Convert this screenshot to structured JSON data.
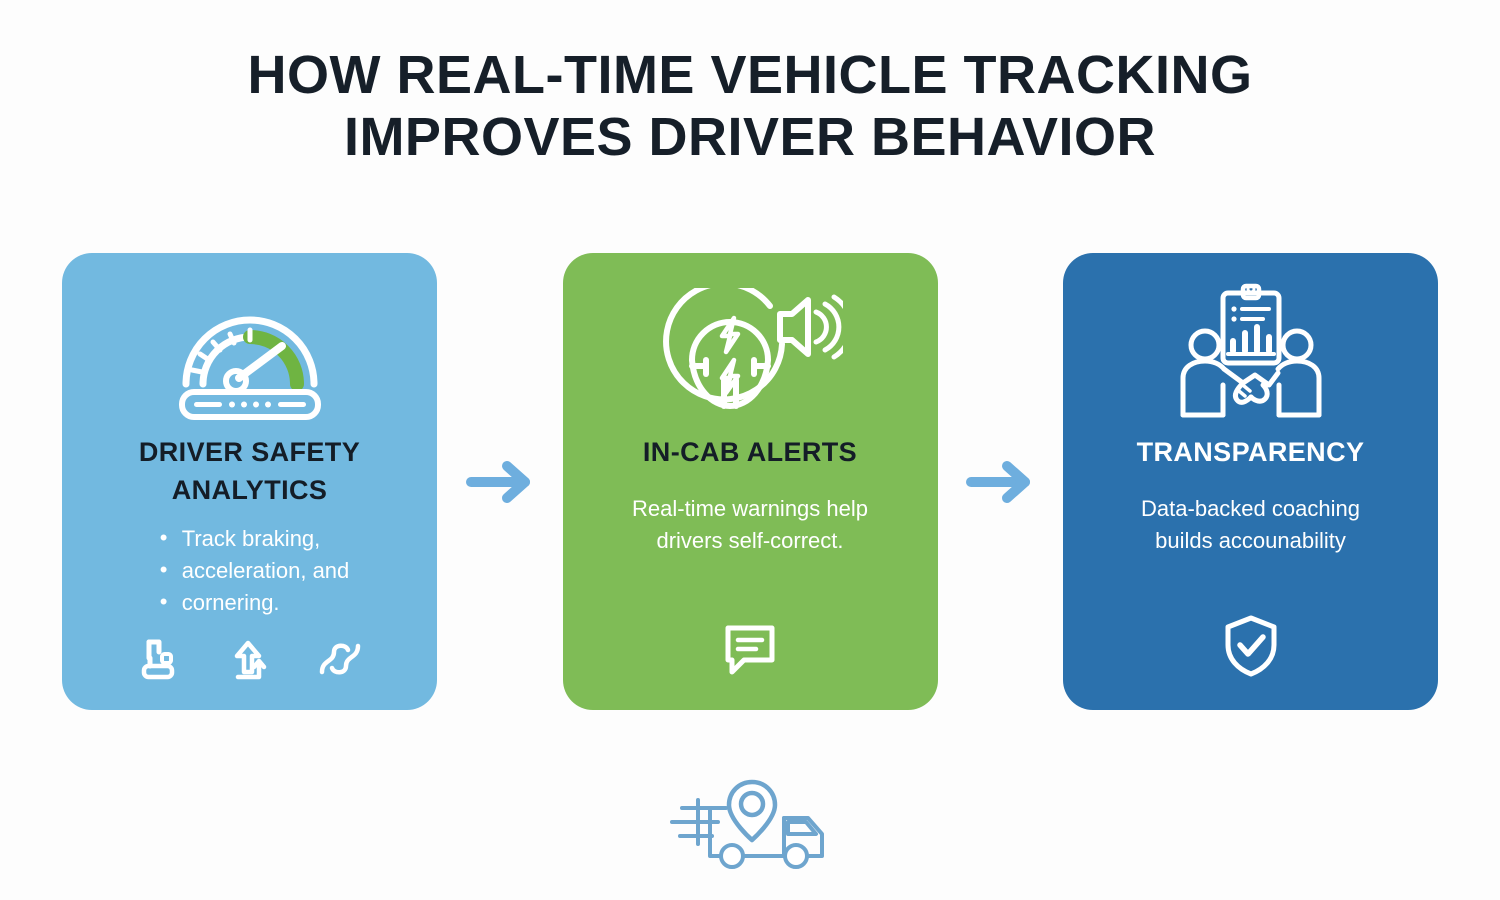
{
  "headline": {
    "line1": "HOW REAL-TIME VEHICLE TRACKING",
    "line2": "IMPROVES DRIVER BEHAVIOR"
  },
  "colors": {
    "card_blue": "#72b9e0",
    "card_green": "#7fbc56",
    "card_navy": "#2b71ad",
    "arrow": "#6eaede",
    "headline_text": "#161f29",
    "gauge_green": "#6fb442",
    "truck_outline": "#6ea5ce",
    "background": "#fdfdfd"
  },
  "cards": [
    {
      "id": "driver-safety-analytics",
      "title": "DRIVER SAFETY ANALYTICS",
      "hero_icon": "speedometer-icon",
      "bullets": [
        "Track braking,",
        "acceleration, and",
        "cornering."
      ],
      "mini_icons": [
        "brake-pedal-icon",
        "acceleration-arrow-icon",
        "cornering-road-icon"
      ]
    },
    {
      "id": "in-cab-alerts",
      "title": "IN-CAB ALERTS",
      "hero_icon": "steering-wheel-alert-icon",
      "body_line1": "Real-time warnings help",
      "body_line2": "drivers self-correct.",
      "foot_icon": "chat-bubble-icon"
    },
    {
      "id": "transparency",
      "title": "TRANSPARENCY",
      "hero_icon": "handshake-clipboard-icon",
      "body_line1": "Data-backed coaching",
      "body_line2": "builds accounability",
      "foot_icon": "shield-check-icon"
    }
  ],
  "arrows": [
    {
      "id": "arrow-1",
      "icon": "arrow-right-icon"
    },
    {
      "id": "arrow-2",
      "icon": "arrow-right-icon"
    }
  ],
  "footer": {
    "icon": "delivery-truck-location-icon"
  }
}
